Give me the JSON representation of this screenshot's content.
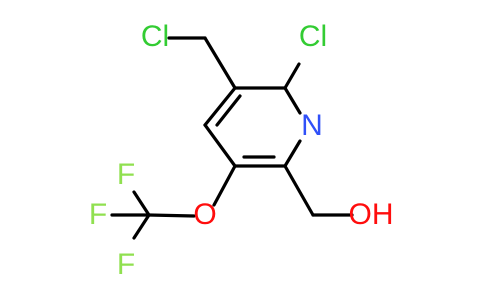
{
  "molecule": {
    "atoms": {
      "cl_chloromethyl": {
        "label": "Cl",
        "color": "#33cc33"
      },
      "cl_ring": {
        "label": "Cl",
        "color": "#33cc33"
      },
      "n_ring": {
        "label": "N",
        "color": "#3050f8"
      },
      "oh": {
        "label": "OH",
        "color": "#ff0d0d"
      },
      "o_ether": {
        "label": "O",
        "color": "#ff0d0d"
      },
      "f_top": {
        "label": "F",
        "color": "#90e050"
      },
      "f_left": {
        "label": "F",
        "color": "#90e050"
      },
      "f_bottom": {
        "label": "F",
        "color": "#90e050"
      }
    }
  }
}
